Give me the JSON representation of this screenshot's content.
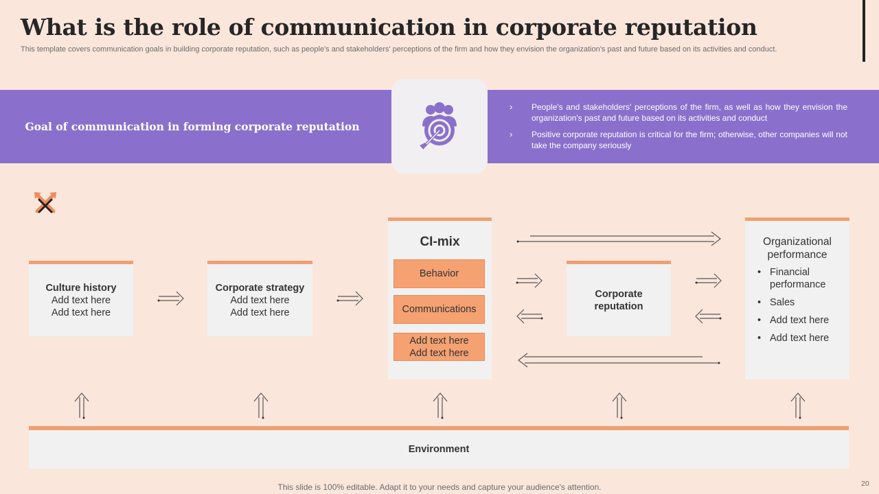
{
  "header": {
    "title": "What is the role of communication in corporate reputation",
    "subtitle": "This template covers communication goals in building corporate reputation, such as people's and stakeholders' perceptions of the firm and how they envision the organization's past and future based on its activities and conduct."
  },
  "banner": {
    "goal_label": "Goal of communication in forming corporate reputation",
    "icon": "target-audience-icon",
    "bullets": [
      "People's and stakeholders' perceptions of the firm, as well as how they envision the organization's past and future based on its activities and conduct",
      "Positive corporate reputation is critical for the firm; otherwise, other companies will not take the company seriously"
    ]
  },
  "decor_icon": "crossed-arrows-icon",
  "diagram": {
    "culture_history": {
      "title": "Culture history",
      "line1": "Add text here",
      "line2": "Add text here"
    },
    "corporate_strategy": {
      "title": "Corporate strategy",
      "line1": "Add text here",
      "line2": "Add text here"
    },
    "ci_mix": {
      "title": "CI-mix",
      "items": [
        "Behavior",
        "Communications",
        "Add text here Add text here"
      ]
    },
    "corporate_reputation": {
      "title": "Corporate reputation"
    },
    "organizational_performance": {
      "title": "Organizational performance",
      "items": [
        "Financial performance",
        "Sales",
        "Add text here",
        "Add text here"
      ]
    },
    "environment": {
      "label": "Environment"
    }
  },
  "footer": {
    "note": "This slide is 100% editable. Adapt it to your needs and capture your audience's attention.",
    "page_number": "20"
  },
  "colors": {
    "background": "#fbe6dc",
    "banner": "#8a70cc",
    "accent_orange": "#f0a070",
    "box_orange": "#f5a171",
    "card": "#f1f1f1"
  }
}
